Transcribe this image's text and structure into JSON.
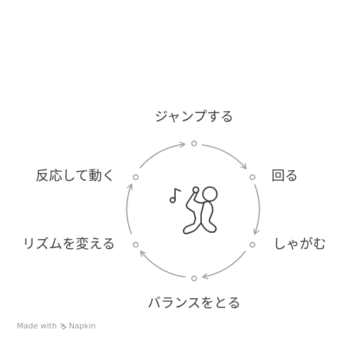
{
  "steps": [
    "ジャンプする",
    "回る",
    "しゃがむ",
    "バランスをとる",
    "リズムを変える",
    "反応して動く"
  ],
  "center_icon": "dancing-person-with-music-note-icon",
  "footer": {
    "made_with": "Made with",
    "brand": "Napkin",
    "brand_icon": "napkin-logo-icon"
  },
  "colors": {
    "line": "#9b9b9b",
    "text": "#3a3a3a",
    "icon": "#3a3a3a",
    "footer": "#9a9a9a"
  }
}
